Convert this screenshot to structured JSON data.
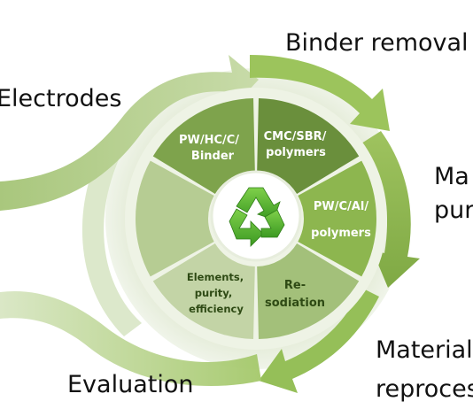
{
  "labels": {
    "electrodes": "Electrodes",
    "binder_removal": "Binder removal",
    "material_purification_1": "Ma",
    "material_purification_2": "pur",
    "material_reprocessing_1": "Material",
    "material_reprocessing_2": "reproces",
    "evaluation": "Evaluation"
  },
  "segments": {
    "pw_hc": [
      "PW/HC/C/",
      "Binder"
    ],
    "cmc": [
      "CMC/SBR/",
      "polymers"
    ],
    "pw_c_al": [
      "PW/C/Al/",
      "polymers"
    ],
    "resodiation": [
      "Re-",
      "sodiation"
    ],
    "elements": [
      "Elements,",
      "purity,",
      "efficiency"
    ]
  },
  "colors": {
    "seg_pw_hc": "#7ea34c",
    "seg_cmc": "#6a8f3c",
    "seg_pw_c_al": "#8db64f",
    "seg_resodiation": "#a3c07a",
    "seg_elements": "#c3d4a6",
    "seg_empty": "#b6cc93",
    "recycle": "#5cb534"
  },
  "icons": {
    "center": "recycle-icon"
  }
}
